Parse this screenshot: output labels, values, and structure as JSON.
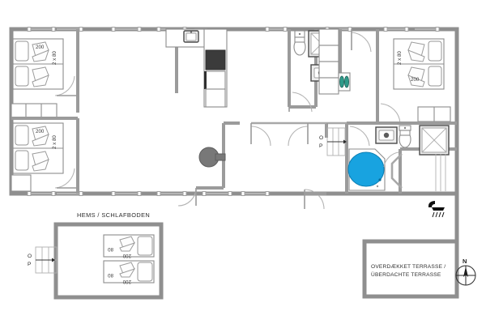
{
  "document": {
    "type": "architectural-floor-plan",
    "title_loft": "HEMS / SCHLAFBODEN",
    "title_terrace": "OVERDÆKKET TERRASSE /",
    "title_terrace_2": "ÜBERDACHTE TERRASSE",
    "compass_label": "N"
  },
  "colors": {
    "wall": "#8f8f8f",
    "wall_inner": "#9b9b9b",
    "window": "#c9c9c9",
    "tub_water": "#18a3e0",
    "appliance_dark": "#3b3b3b",
    "stove": "#787878",
    "fixture_teal": "#2f9b8a",
    "text": "#2d2d2d",
    "background": "#ffffff"
  },
  "rooms": {
    "bedroom_top_left": {
      "name": "Bedroom (top left)",
      "bed_length": "200",
      "bed_width": "2 x 80"
    },
    "bedroom_bottom_left": {
      "name": "Bedroom (bottom left)",
      "bed_length": "200",
      "bed_width": "2 x 80"
    },
    "bedroom_right": {
      "name": "Bedroom (right)",
      "bed_length": "200",
      "bed_width": "2 x 80"
    },
    "loft": {
      "name": "Loft / Sleeping floor",
      "bed_1_length": "200",
      "bed_1_width": "80",
      "bed_2_length": "200",
      "bed_2_width": "80"
    },
    "bath_top": {
      "name": "Bathroom (top middle)",
      "fixtures": [
        "toilet-icon",
        "sink-icon",
        "shower-cabin-icon",
        "washing-machine-icon"
      ]
    },
    "bath_bottom": {
      "name": "Bathroom with whirlpool",
      "fixtures": [
        "toilet-icon",
        "sink-icon",
        "whirlpool-tub-icon",
        "washing-machine-icon"
      ]
    },
    "sauna": {
      "name": "Sauna / shower cabin",
      "fixtures": [
        "shower-cabin-icon"
      ]
    },
    "kitchen": {
      "name": "Kitchen",
      "fixtures": [
        "sink-icon",
        "oven-icon",
        "cooktop-icon",
        "fridge-icon",
        "counter"
      ]
    },
    "living": {
      "name": "Living room",
      "fixtures": [
        "wood-stove-icon"
      ]
    },
    "terrace": {
      "name": "Covered terrace"
    }
  },
  "markers": {
    "op_left": {
      "line1": "O",
      "line2": "P"
    },
    "op_middle": {
      "line1": "O",
      "line2": "P"
    },
    "outdoor_shower": "outdoor-shower-icon"
  }
}
